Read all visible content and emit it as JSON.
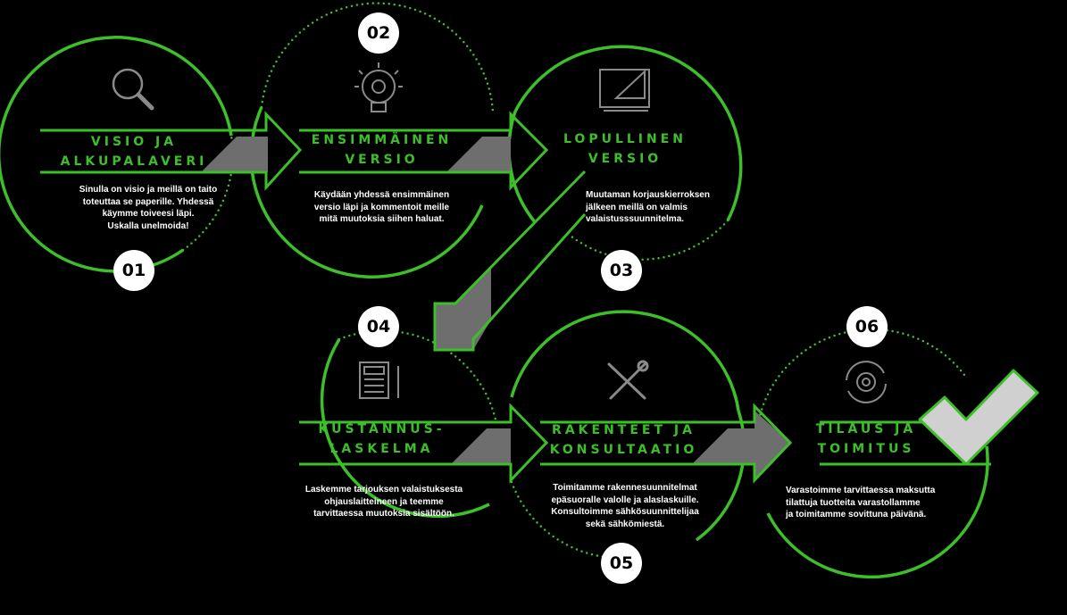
{
  "colors": {
    "accent": "#3dbf2a",
    "background": "#000000",
    "arrow_fill": "#6e6e6e",
    "check": "#d0d0d0",
    "text": "#ffffff"
  },
  "steps": [
    {
      "number": "01",
      "title": "VISIO JA\nALKUPALAVERI",
      "description": "Sinulla on visio ja meillä on taito\ntoteuttaa se paperille. Yhdessä\nkäymme toiveesi läpi.\nUskalla unelmoida!",
      "icon": "magnifier-icon"
    },
    {
      "number": "02",
      "title": "ENSIMMÄINEN\nVERSIO",
      "description": "Käydään yhdessä ensimmäinen\nversio läpi ja kommentoit meille\nmitä muutoksia siihen haluat.",
      "icon": "lightbulb-gear-icon"
    },
    {
      "number": "03",
      "title": "LOPULLINEN\nVERSIO",
      "description": "Muutaman korjauskierroksen\njälkeen meillä on valmis\nvalaistusssuunnitelma.",
      "icon": "blueprint-icon"
    },
    {
      "number": "04",
      "title": "KUSTANNUS-\nLASKELMA",
      "description": "Laskemme tarjouksen valaistuksesta\nohjauslaitteineen ja teemme\ntarvittaessa muutoksia sisältöön.",
      "icon": "calculator-icon"
    },
    {
      "number": "05",
      "title": "RAKENTEET JA\nKONSULTAATIO",
      "description": "Toimitamme rakennesuunnitelmat\nepäsuoralle valolle ja alaslaskuille.\nKonsultoimme sähkösuunnittelijaa\nsekä sähkömiestä.",
      "icon": "tools-icon"
    },
    {
      "number": "06",
      "title": "TILAUS JA\nTOIMITUS",
      "description": "Varastoimme tarvittaessa maksutta\ntilattuja tuotteita varastollamme\nja toimitamme sovittuna päivänä.",
      "icon": "gear-refresh-icon"
    }
  ]
}
